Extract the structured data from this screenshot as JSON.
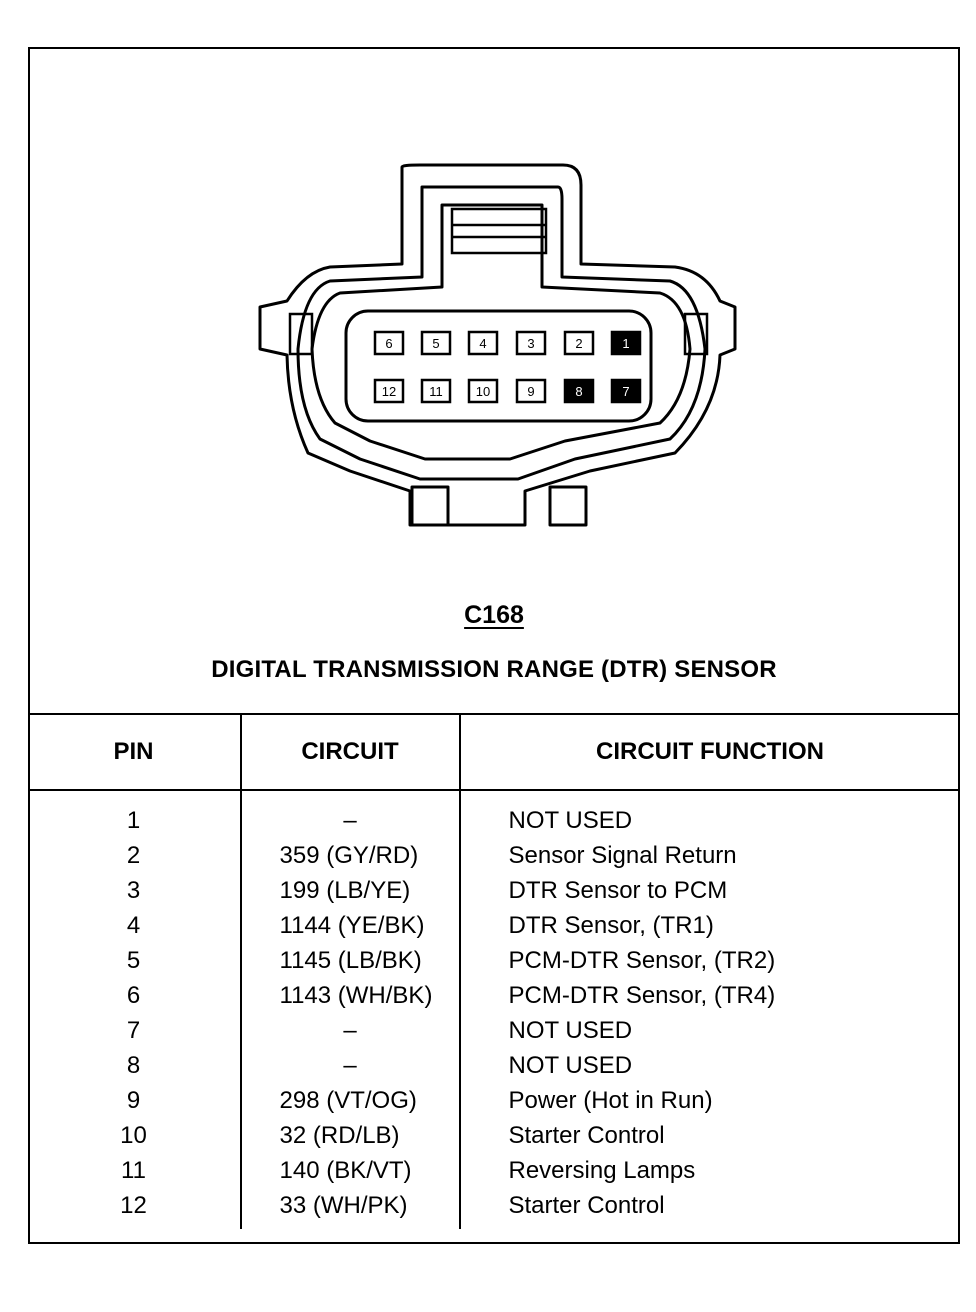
{
  "connector": {
    "id": "C168",
    "name": "DIGITAL TRANSMISSION RANGE (DTR) SENSOR",
    "cavities": [
      {
        "label": "6",
        "filled": false
      },
      {
        "label": "5",
        "filled": false
      },
      {
        "label": "4",
        "filled": false
      },
      {
        "label": "3",
        "filled": false
      },
      {
        "label": "2",
        "filled": false
      },
      {
        "label": "1",
        "filled": true
      },
      {
        "label": "12",
        "filled": false
      },
      {
        "label": "11",
        "filled": false
      },
      {
        "label": "10",
        "filled": false
      },
      {
        "label": "9",
        "filled": false
      },
      {
        "label": "8",
        "filled": true
      },
      {
        "label": "7",
        "filled": true
      }
    ]
  },
  "table": {
    "headers": {
      "pin": "PIN",
      "circuit": "CIRCUIT",
      "function": "CIRCUIT FUNCTION"
    },
    "rows": [
      {
        "pin": "1",
        "circuit": "–",
        "function": "NOT USED"
      },
      {
        "pin": "2",
        "circuit": "359 (GY/RD)",
        "function": "Sensor Signal Return"
      },
      {
        "pin": "3",
        "circuit": "199 (LB/YE)",
        "function": "DTR Sensor to PCM"
      },
      {
        "pin": "4",
        "circuit": "1144 (YE/BK)",
        "function": "DTR Sensor, (TR1)"
      },
      {
        "pin": "5",
        "circuit": "1145 (LB/BK)",
        "function": "PCM-DTR Sensor, (TR2)"
      },
      {
        "pin": "6",
        "circuit": "1143 (WH/BK)",
        "function": "PCM-DTR Sensor, (TR4)"
      },
      {
        "pin": "7",
        "circuit": "–",
        "function": "NOT USED"
      },
      {
        "pin": "8",
        "circuit": "–",
        "function": "NOT USED"
      },
      {
        "pin": "9",
        "circuit": "298 (VT/OG)",
        "function": "Power (Hot in Run)"
      },
      {
        "pin": "10",
        "circuit": "32 (RD/LB)",
        "function": "Starter Control"
      },
      {
        "pin": "11",
        "circuit": "140 (BK/VT)",
        "function": "Reversing Lamps"
      },
      {
        "pin": "12",
        "circuit": "33 (WH/PK)",
        "function": "Starter Control"
      }
    ]
  }
}
